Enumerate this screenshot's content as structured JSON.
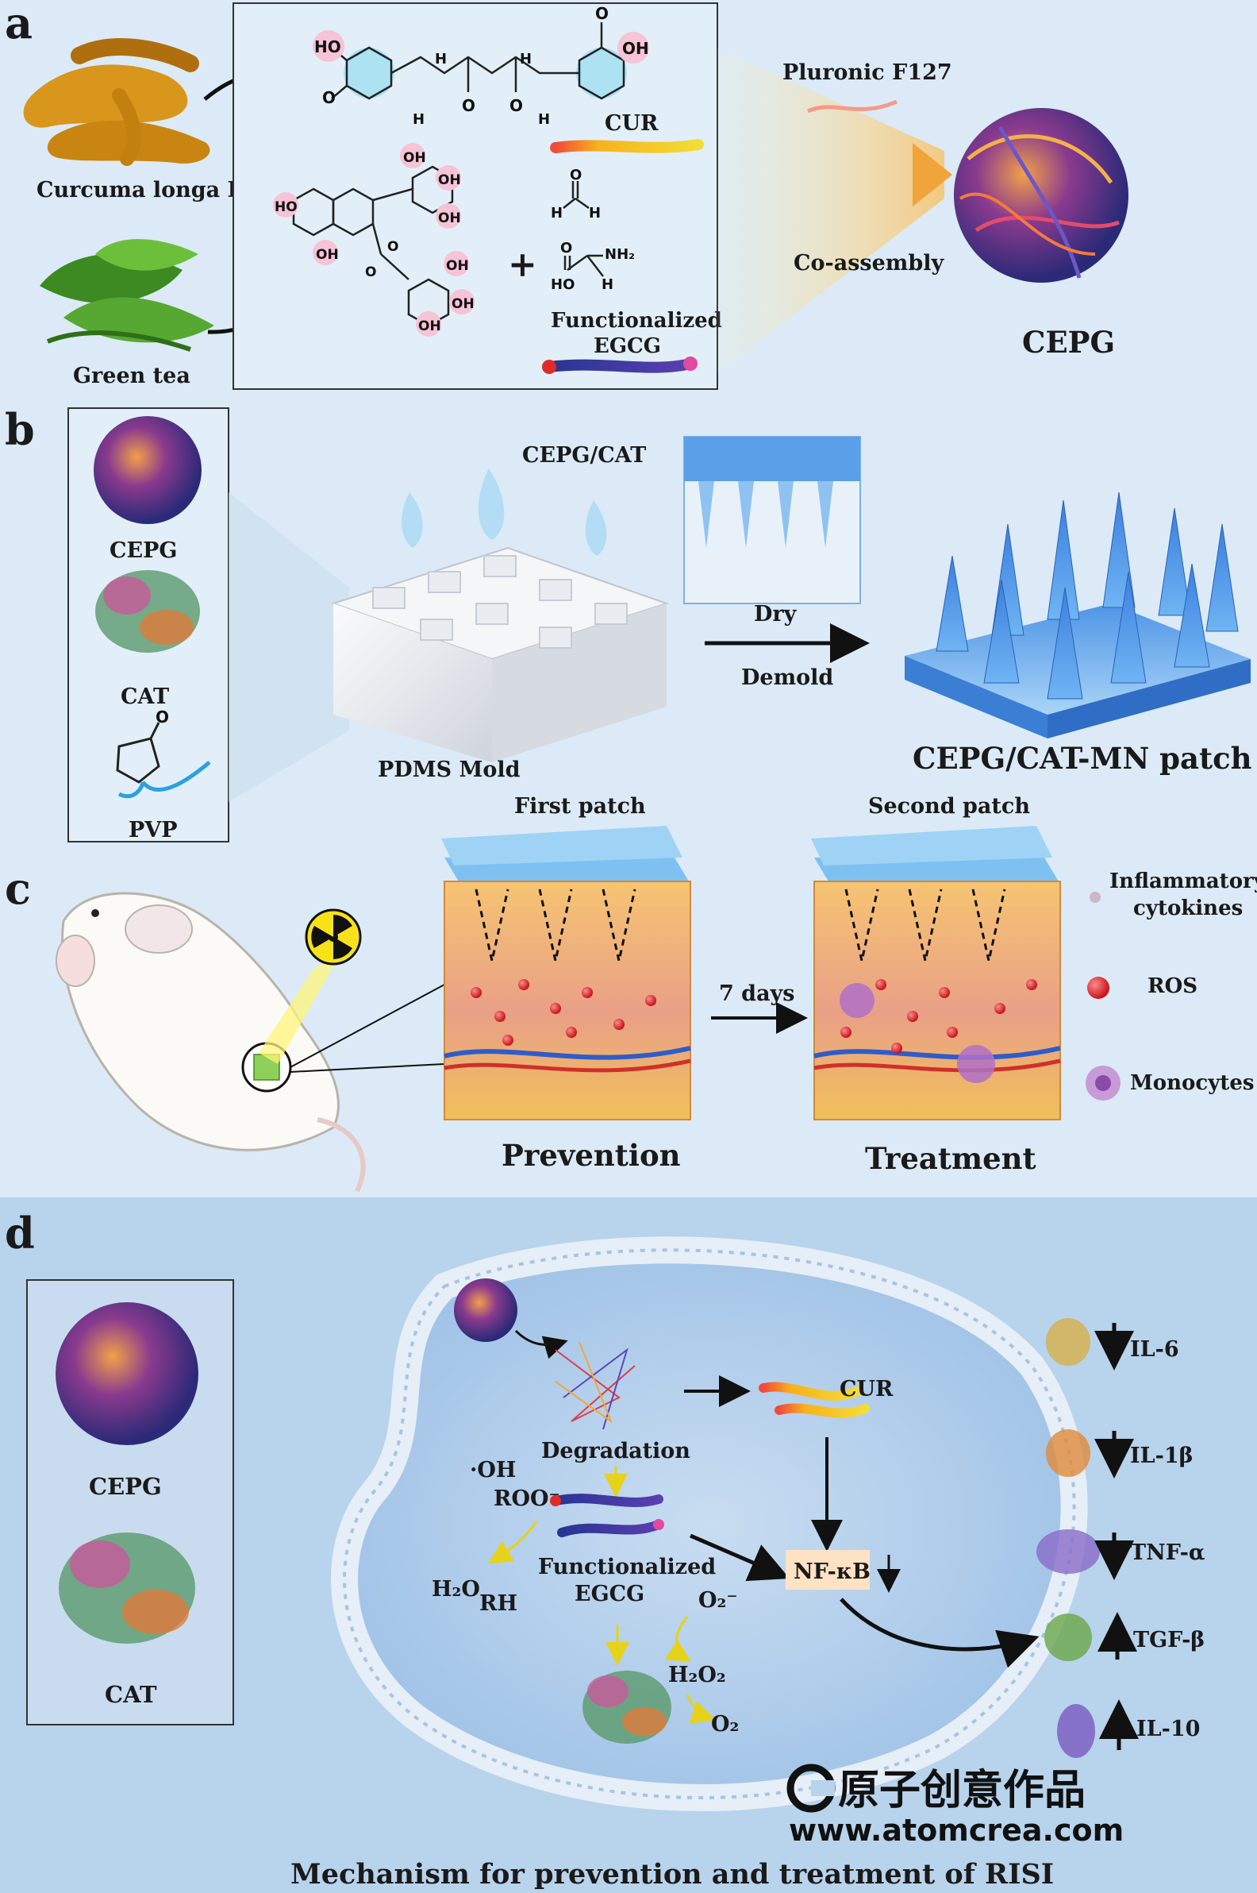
{
  "panel_letters": {
    "a": "a",
    "b": "b",
    "c": "c",
    "d": "d"
  },
  "panel_a": {
    "curcuma": "Curcuma longa L.",
    "green_tea": "Green tea",
    "cur": "CUR",
    "pluronic": "Pluronic F127",
    "coassembly": "Co-assembly",
    "cepg": "CEPG",
    "functionalized": "Functionalized",
    "egcg": "EGCG",
    "plus": "+",
    "atoms": {
      "ho": "HO",
      "oh": "OH",
      "o": "O",
      "h": "H",
      "nh2": "NH₂"
    }
  },
  "panel_b": {
    "cepg": "CEPG",
    "cat": "CAT",
    "pvp": "PVP",
    "cepg_cat": "CEPG/CAT",
    "pdms": "PDMS Mold",
    "dry": "Dry",
    "demold": "Demold",
    "patch": "CEPG/CAT-MN patch"
  },
  "panel_c": {
    "first_patch": "First patch",
    "second_patch": "Second patch",
    "seven_days": "7 days",
    "prevention": "Prevention",
    "treatment": "Treatment",
    "legend_inflam_1": "Inflammatory",
    "legend_inflam_2": "cytokines",
    "legend_ros": "ROS",
    "legend_mono": "Monocytes"
  },
  "panel_d": {
    "cepg": "CEPG",
    "cat": "CAT",
    "degradation": "Degradation",
    "cur": "CUR",
    "oh": "·OH",
    "roo": "ROO⁻",
    "h2o": "H₂O",
    "rh": "RH",
    "functionalized": "Functionalized",
    "egcg": "EGCG",
    "o2minus": "O₂⁻",
    "h2o2": "H₂O₂",
    "o2": "O₂",
    "nfkb": "NF-κB",
    "cytokines": [
      {
        "name": "IL-6",
        "direction": "down"
      },
      {
        "name": "IL-1β",
        "direction": "down"
      },
      {
        "name": "TNF-α",
        "direction": "down"
      },
      {
        "name": "TGF-β",
        "direction": "up"
      },
      {
        "name": "IL-10",
        "direction": "up"
      }
    ],
    "caption": "Mechanism for prevention and treatment of RISI"
  },
  "watermark": {
    "line1": "原子创意作品",
    "line2": "www.atomcrea.com"
  },
  "colors": {
    "background": "#dbeaf6",
    "panel_d_bg": "#b8d3ec",
    "ros_red": "#e0141b",
    "nfkb_box": "#fde2c4",
    "arrow_black": "#111111",
    "arrow_yellow": "#e6d21a",
    "cyan_highlight": "#58c8e0",
    "pink_highlight": "#f7c3d6"
  }
}
